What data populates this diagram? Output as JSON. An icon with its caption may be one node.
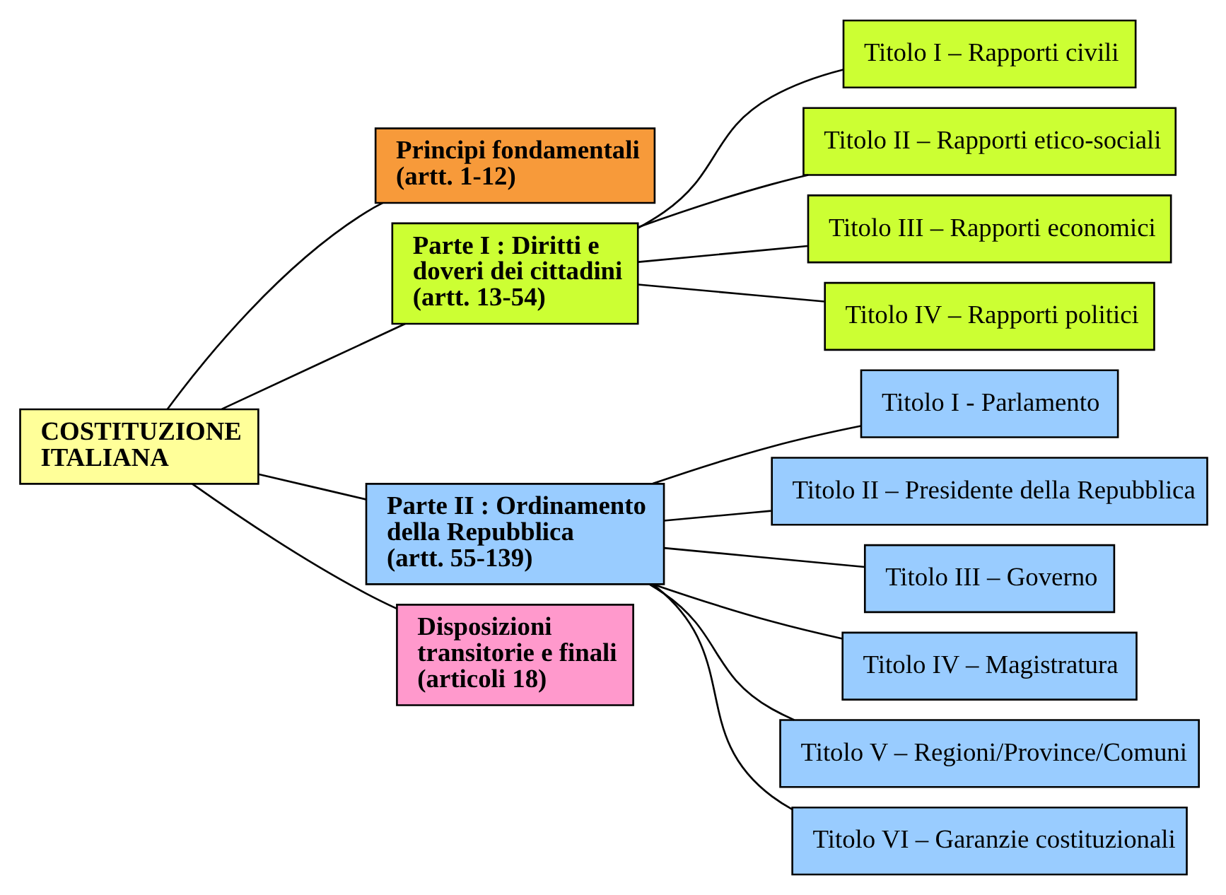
{
  "diagram": {
    "nodes": [
      {
        "text": [
          "COSTITUZIONE ITALIANA"
        ]
      },
      {
        "text": [
          "Principi fondamentali (artt. 1-12)"
        ]
      },
      {
        "text": [
          "Parte I : Diritti e doveri dei cittadini (artt. 13-54)"
        ]
      },
      {
        "text": [
          "Titolo I – Rapporti civili"
        ]
      },
      {
        "text": [
          "Titolo II – Rapporti etico-sociali"
        ]
      },
      {
        "text": [
          "Titolo III – Rapporti economici"
        ]
      },
      {
        "text": [
          "Titolo IV – Rapporti politici"
        ]
      },
      {
        "text": [
          "Parte II : Ordinamento della Repubblica (artt. 55-139)"
        ]
      },
      {
        "text": [
          "Titolo I - Parlamento"
        ]
      },
      {
        "text": [
          "Titolo II – Presidente della Repubblica"
        ]
      },
      {
        "text": [
          "Titolo III – Governo"
        ]
      },
      {
        "text": [
          "Titolo IV – Magistratura"
        ]
      },
      {
        "text": [
          "Titolo V – Regioni/Province/Comuni"
        ]
      },
      {
        "text": [
          "Titolo VI – Garanzie costituzionali"
        ]
      },
      {
        "text": [
          "Disposizioni transitorie e finali (articoli 18)"
        ]
      }
    ],
    "edges": [
      {
        "from": 0,
        "to": 1,
        "arrow": "none"
      },
      {
        "from": 0,
        "to": 2,
        "arrow": "none"
      },
      {
        "from": 0,
        "to": 7,
        "arrow": "none"
      },
      {
        "from": 0,
        "to": 14,
        "arrow": "none"
      },
      {
        "from": 2,
        "to": 3,
        "arrow": "none"
      },
      {
        "from": 2,
        "to": 4,
        "arrow": "none"
      },
      {
        "from": 2,
        "to": 5,
        "arrow": "none"
      },
      {
        "from": 2,
        "to": 6,
        "arrow": "none"
      },
      {
        "from": 7,
        "to": 8,
        "arrow": "none"
      },
      {
        "from": 7,
        "to": 9,
        "arrow": "none"
      },
      {
        "from": 7,
        "to": 10,
        "arrow": "none"
      },
      {
        "from": 7,
        "to": 11,
        "arrow": "none"
      },
      {
        "from": 7,
        "to": 12,
        "arrow": "none"
      },
      {
        "from": 7,
        "to": 13,
        "arrow": "none"
      }
    ]
  }
}
